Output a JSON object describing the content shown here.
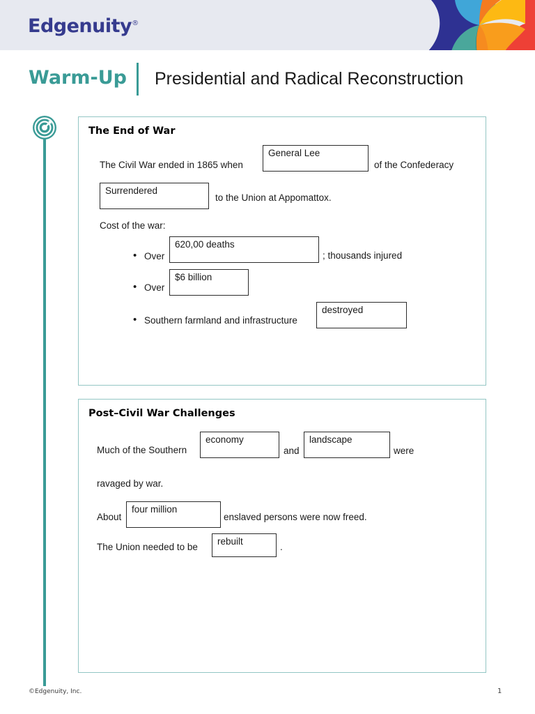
{
  "header": {
    "brand": "Edgenuity",
    "brand_reg_mark": "®",
    "logo_icon": "edgenuity-petal-logo",
    "band_color": "#e7e9f0",
    "brand_color": "#363b8e",
    "logo_colors": {
      "navy": "#2e3192",
      "light_blue": "#40a6d8",
      "teal": "#4aa79b",
      "dark_teal": "#197a8a",
      "orange": "#f47b20",
      "yellow": "#fdb913",
      "red": "#ee4036"
    }
  },
  "title": {
    "eyebrow": "Warm-Up",
    "eyebrow_color": "#3a9b96",
    "divider_color": "#3a9b96",
    "lesson": "Presidential and Radical Reconstruction"
  },
  "rail": {
    "icon": "target-bullseye-icon",
    "icon_color": "#3a9b96",
    "line_color": "#3a9b96"
  },
  "cards": [
    {
      "id": "end-of-war",
      "title": "The End of War",
      "border_color": "#93c6c4",
      "lines": [
        {
          "id": "civil-war-ended",
          "segments": [
            {
              "type": "text",
              "value": "The Civil War ended in 1865 when"
            },
            {
              "type": "answer",
              "value": "General Lee"
            },
            {
              "type": "text",
              "value": "of the Confederacy"
            }
          ]
        },
        {
          "id": "surrendered",
          "segments": [
            {
              "type": "answer",
              "value": "Surrendered"
            },
            {
              "type": "text",
              "value": "to the Union at Appomattox."
            }
          ]
        },
        {
          "id": "cost-of-war-label",
          "segments": [
            {
              "type": "text",
              "value": "Cost of the war:"
            }
          ]
        }
      ],
      "bullets": [
        {
          "id": "deaths",
          "segments": [
            {
              "type": "text",
              "value": "Over"
            },
            {
              "type": "answer",
              "value": "620,00 deaths"
            },
            {
              "type": "text",
              "value": "; thousands injured"
            }
          ]
        },
        {
          "id": "cost",
          "segments": [
            {
              "type": "text",
              "value": "Over"
            },
            {
              "type": "answer",
              "value": "$6 billion"
            }
          ]
        },
        {
          "id": "farmland",
          "segments": [
            {
              "type": "text",
              "value": "Southern farmland and infrastructure"
            },
            {
              "type": "answer",
              "value": "destroyed"
            }
          ]
        }
      ]
    },
    {
      "id": "post-civil-war-challenges",
      "title": "Post–Civil War Challenges",
      "border_color": "#93c6c4",
      "lines": [
        {
          "id": "southern-economy",
          "segments": [
            {
              "type": "text",
              "value": "Much of the Southern"
            },
            {
              "type": "answer",
              "value": "economy"
            },
            {
              "type": "text",
              "value": "and"
            },
            {
              "type": "answer",
              "value": "landscape"
            },
            {
              "type": "text",
              "value": "were"
            }
          ]
        },
        {
          "id": "ravaged",
          "segments": [
            {
              "type": "text",
              "value": "ravaged by war."
            }
          ]
        },
        {
          "id": "freed",
          "segments": [
            {
              "type": "text",
              "value": "About"
            },
            {
              "type": "answer",
              "value": "four million"
            },
            {
              "type": "text",
              "value": "enslaved persons were now freed."
            }
          ]
        },
        {
          "id": "rebuilt",
          "segments": [
            {
              "type": "text",
              "value": "The Union needed to be"
            },
            {
              "type": "answer",
              "value": "rebuilt"
            },
            {
              "type": "text",
              "value": "."
            }
          ]
        }
      ]
    }
  ],
  "footer": {
    "copyright": "©Edgenuity, Inc.",
    "page_number": "1"
  }
}
